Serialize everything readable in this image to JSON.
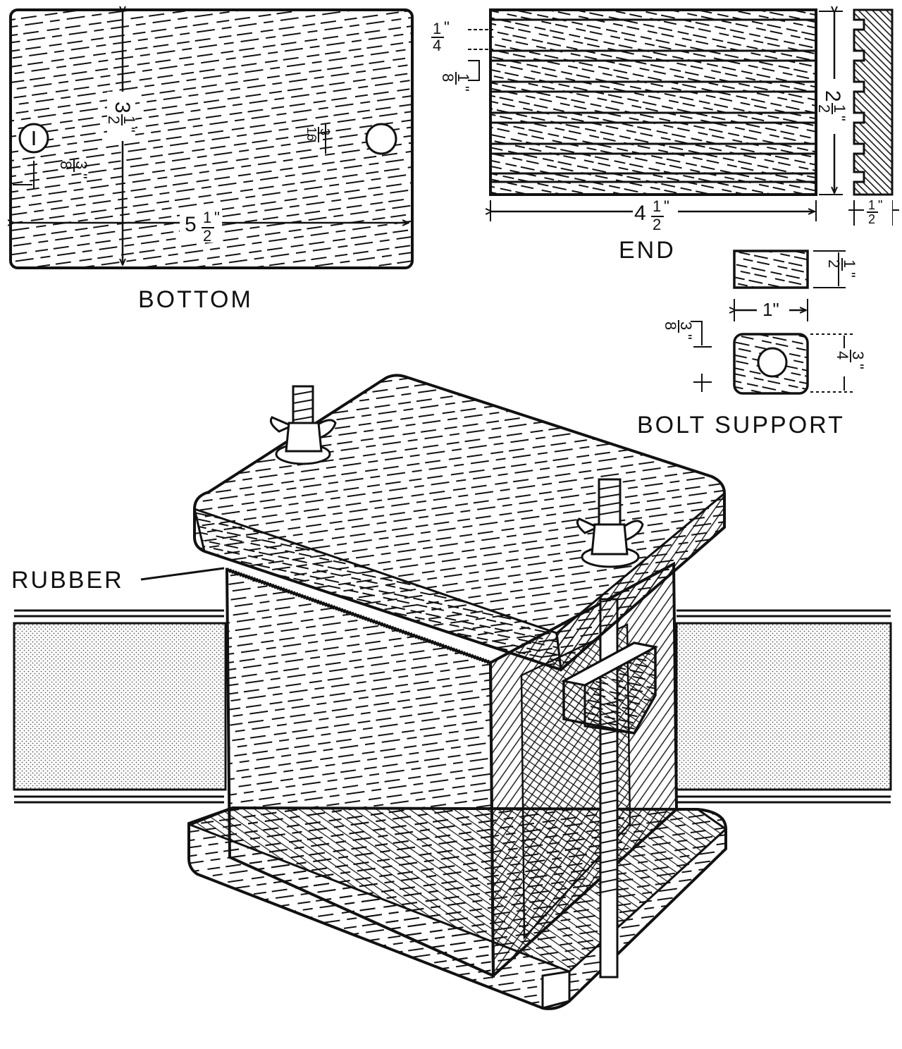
{
  "labels": {
    "bottom": "BOTTOM",
    "end": "END",
    "bolt_support": "BOLT SUPPORT",
    "rubber": "RUBBER"
  },
  "dimensions": {
    "bottom_length": {
      "whole": "5",
      "num": "1",
      "den": "2",
      "mark": "\""
    },
    "bottom_width": {
      "whole": "3",
      "num": "1",
      "den": "2",
      "mark": "\""
    },
    "bottom_hole_offset": {
      "num": "3",
      "den": "8",
      "mark": "\""
    },
    "bottom_hole_dia": {
      "num": "3",
      "den": "16"
    },
    "end_length": {
      "whole": "4",
      "num": "1",
      "den": "2",
      "mark": "\""
    },
    "end_height": {
      "whole": "2",
      "num": "1",
      "den": "2",
      "mark": "\""
    },
    "end_thickness": {
      "num": "1",
      "den": "2",
      "mark": "\""
    },
    "end_groove_width": {
      "num": "1",
      "den": "4",
      "mark": "\""
    },
    "end_groove_depth": {
      "num": "1",
      "den": "8",
      "mark": "\""
    },
    "support_length": {
      "value": "1\""
    },
    "support_thickness": {
      "num": "1",
      "den": "2",
      "mark": "\""
    },
    "support_height": {
      "num": "3",
      "den": "4",
      "mark": "\""
    },
    "support_hole_offset": {
      "num": "3",
      "den": "8",
      "mark": "\""
    }
  },
  "colors": {
    "ink": "#111111",
    "paper": "#ffffff",
    "stipple": "#9a9a9a"
  }
}
